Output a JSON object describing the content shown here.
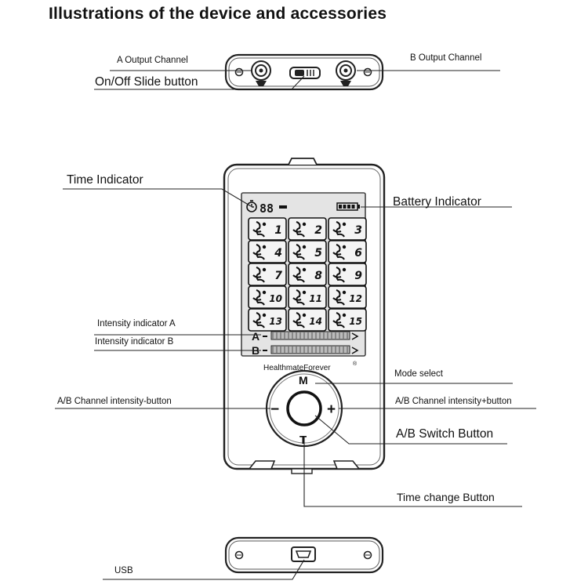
{
  "title": "Illustrations of the device and accessories",
  "labels": {
    "a_output": "A Output Channel",
    "b_output": "B Output Channel",
    "on_off": "On/Off Slide button",
    "time_indicator": "Time Indicator",
    "battery_indicator": "Battery Indicator",
    "intensity_a": "Intensity indicator A",
    "intensity_b": "Intensity indicator B",
    "mode_select": "Mode select",
    "intensity_minus": "A/B Channel intensity-button",
    "intensity_plus": "A/B Channel intensity+button",
    "ab_switch": "A/B Switch Button",
    "time_change": "Time change Button",
    "usb": "USB"
  },
  "device": {
    "brand": "HealthmateForever",
    "brand_mark": "®",
    "lcd_time": "88",
    "channel_a": "A",
    "channel_b": "B",
    "mode_key": "M",
    "time_key": "T",
    "plus_key": "+",
    "minus_key": "−",
    "modes": [
      "1",
      "2",
      "3",
      "4",
      "5",
      "6",
      "7",
      "8",
      "9",
      "10",
      "11",
      "12",
      "13",
      "14",
      "15"
    ]
  }
}
